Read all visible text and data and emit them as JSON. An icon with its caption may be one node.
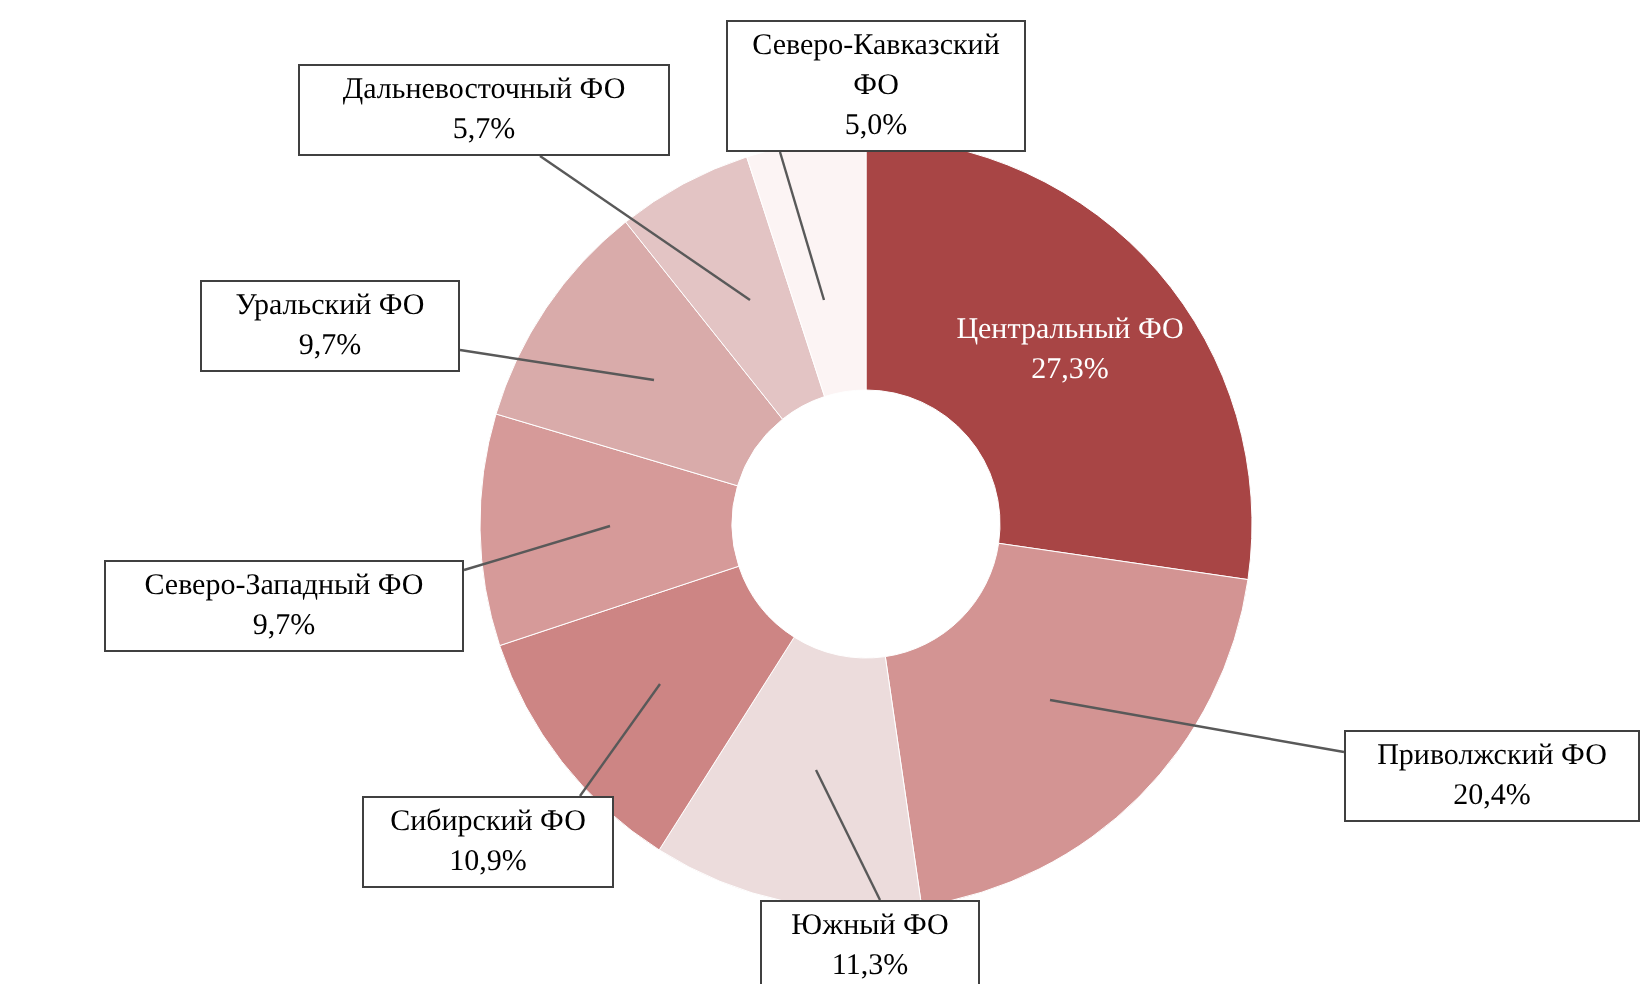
{
  "diagram": {
    "chart_data": {
      "type": "donut",
      "categories": [
        "Центральный ФО",
        "Приволжский ФО",
        "Южный ФО",
        "Сибирский ФО",
        "Северо-Западный ФО",
        "Уральский ФО",
        "Дальневосточный ФО",
        "Северо-Кавказский ФО"
      ],
      "values": [
        27.3,
        20.4,
        11.3,
        10.9,
        9.7,
        9.7,
        5.7,
        5.0
      ],
      "colors": [
        "#a84545",
        "#d39493",
        "#ecdcdc",
        "#cd8584",
        "#d69a99",
        "#d9abaa",
        "#e3c4c4",
        "#fcf4f4"
      ],
      "data_labels": true,
      "value_labels": [
        "27,3%",
        "20,4%",
        "11,3%",
        "10,9%",
        "9,7%",
        "9,7%",
        "5,7%",
        "5,0%"
      ]
    }
  }
}
